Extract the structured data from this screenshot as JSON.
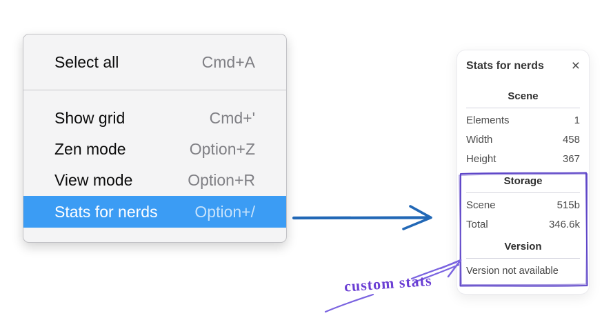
{
  "menu": {
    "items": [
      {
        "label": "Select all",
        "shortcut": "Cmd+A",
        "selected": false
      },
      {
        "label": "Show grid",
        "shortcut": "Cmd+'",
        "selected": false
      },
      {
        "label": "Zen mode",
        "shortcut": "Option+Z",
        "selected": false
      },
      {
        "label": "View mode",
        "shortcut": "Option+R",
        "selected": false
      },
      {
        "label": "Stats for nerds",
        "shortcut": "Option+/",
        "selected": true
      }
    ]
  },
  "panel": {
    "title": "Stats for nerds",
    "close_icon": "×",
    "sections": [
      {
        "header": "Scene",
        "rows": [
          {
            "label": "Elements",
            "value": "1"
          },
          {
            "label": "Width",
            "value": "458"
          },
          {
            "label": "Height",
            "value": "367"
          }
        ]
      },
      {
        "header": "Storage",
        "rows": [
          {
            "label": "Scene",
            "value": "515b"
          },
          {
            "label": "Total",
            "value": "346.6k"
          }
        ]
      },
      {
        "header": "Version",
        "rows": [],
        "note": "Version not available"
      }
    ]
  },
  "annotation": {
    "label": "custom stats",
    "color": "#6b3fd4"
  },
  "colors": {
    "menu_highlight": "#3b9cf4",
    "flow_arrow": "#2268b6",
    "annotation_box": "#5e46c8",
    "annotation_arrow": "#7a63e0"
  }
}
